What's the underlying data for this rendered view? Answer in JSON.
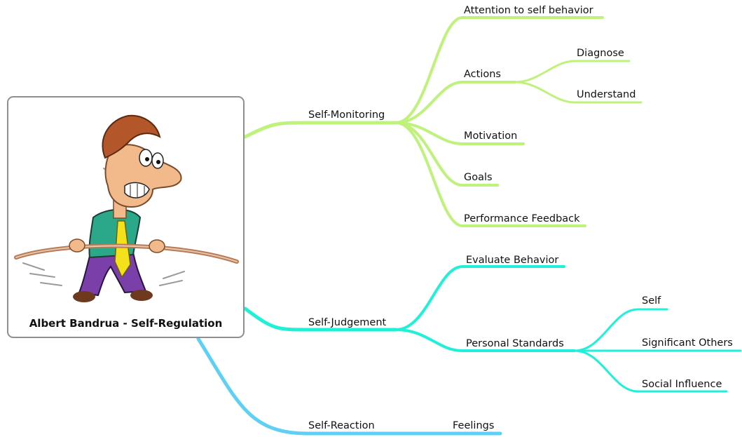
{
  "central": {
    "title": "Albert Bandrua - Self-Regulation"
  },
  "colors": {
    "monitoring": "#bff27b",
    "judgement": "#1ff0d8",
    "reaction": "#5fd0f5"
  },
  "branches": {
    "monitoring": {
      "label": "Self-Monitoring",
      "children": {
        "attention": "Attention to self behavior",
        "actions": "Actions",
        "diagnose": "Diagnose",
        "understand": "Understand",
        "motivation": "Motivation",
        "goals": "Goals",
        "feedback": "Performance Feedback"
      }
    },
    "judgement": {
      "label": "Self-Judgement",
      "children": {
        "evaluate": "Evaluate Behavior",
        "standards": "Personal Standards",
        "self": "Self",
        "others": "Significant Others",
        "social": "Social Influence"
      }
    },
    "reaction": {
      "label": "Self-Reaction",
      "children": {
        "feelings": "Feelings"
      }
    }
  }
}
